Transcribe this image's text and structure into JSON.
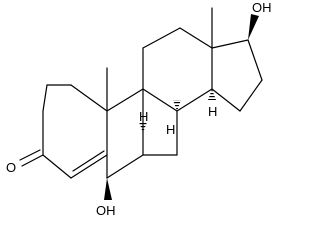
{
  "labels": {
    "oh_top": "OH",
    "oh_bottom": "OH",
    "ketone_o": "O",
    "h8": "H",
    "h9": "H",
    "h14": "H"
  },
  "colors": {
    "ink": "#000000",
    "background": "#ffffff"
  }
}
